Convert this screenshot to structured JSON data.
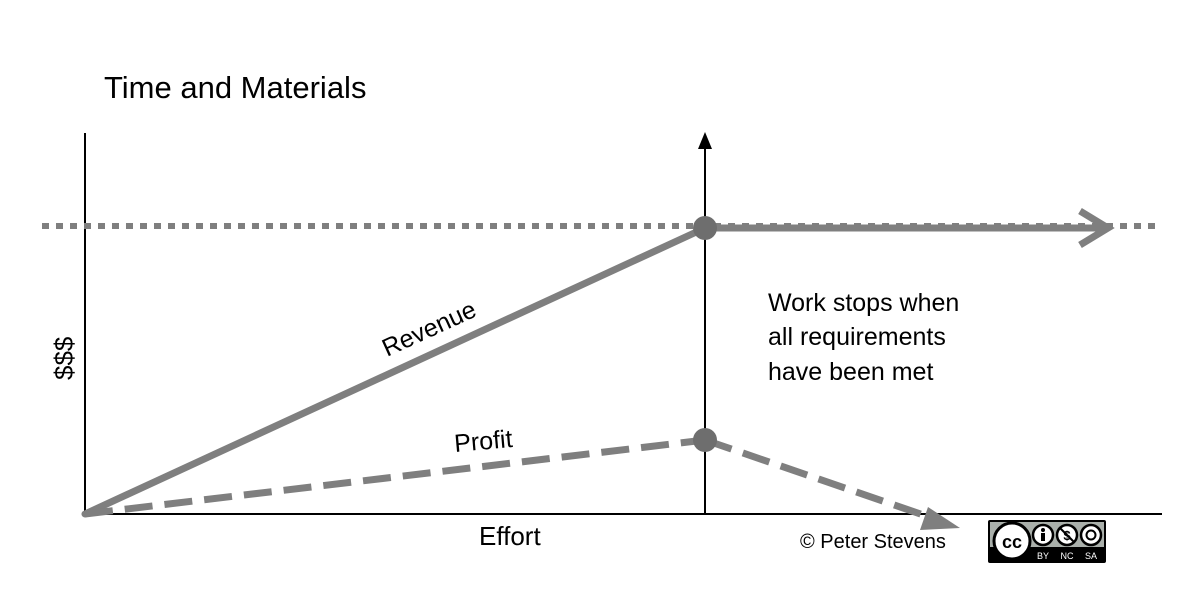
{
  "title": "Time and Materials",
  "y_axis_label": "$$$",
  "x_axis_label": "Effort",
  "lines": {
    "revenue_label": "Revenue",
    "profit_label": "Profit"
  },
  "annotation": {
    "line1": "Work stops when",
    "line2": "all requirements",
    "line3": "have been met"
  },
  "copyright": "© Peter Stevens",
  "license_badge": {
    "main": "cc",
    "by": "BY",
    "nc": "NC",
    "sa": "SA"
  },
  "colors": {
    "line": "#7f7f7f",
    "dot": "#6e6e6e",
    "axis": "#000000",
    "text": "#000000"
  }
}
